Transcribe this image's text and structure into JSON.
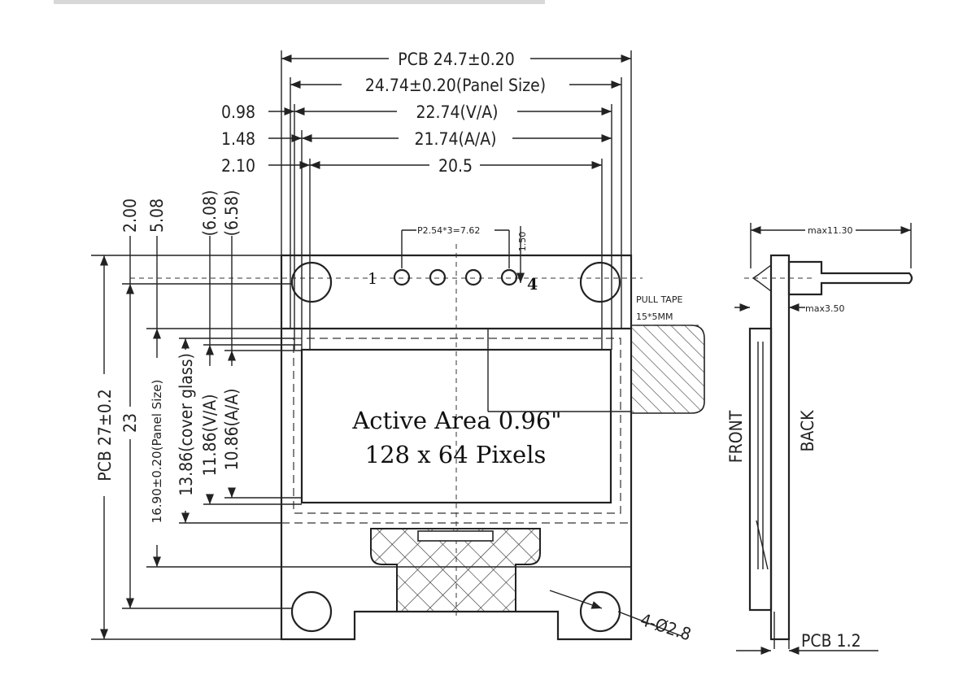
{
  "dimensions": {
    "pcb_width": "PCB 24.7±0.20",
    "panel_width": "24.74±0.20(Panel Size)",
    "va_width": "22.74(V/A)",
    "aa_width": "21.74(A/A)",
    "pixel_width": "20.5",
    "off_098": "0.98",
    "off_148": "1.48",
    "off_210": "2.10",
    "v_200": "2.00",
    "v_508": "5.08",
    "v_608": "(6.08)",
    "v_658": "(6.58)",
    "pitch": "P2.54*3=7.62",
    "pad_150": "1.50",
    "pcb_height": "PCB 27±0.2",
    "height_23": "23",
    "panel_height": "16.90±0.20(Panel Size)",
    "cover_glass": "13.86(cover glass)",
    "va_height": "11.86(V/A)",
    "aa_height": "10.86(A/A)",
    "pull_tape": "PULL TAPE",
    "pull_tape_size": "15*5MM",
    "holes": "4-Ø2.8",
    "max_height": "max11.30",
    "max_thick": "max3.50",
    "pcb_thick": "PCB 1.2",
    "front": "FRONT",
    "back": "BACK"
  },
  "active_area": {
    "line1": "Active Area 0.96\"",
    "line2": "128 x 64 Pixels"
  },
  "pins": {
    "first": "1",
    "last": "4"
  }
}
